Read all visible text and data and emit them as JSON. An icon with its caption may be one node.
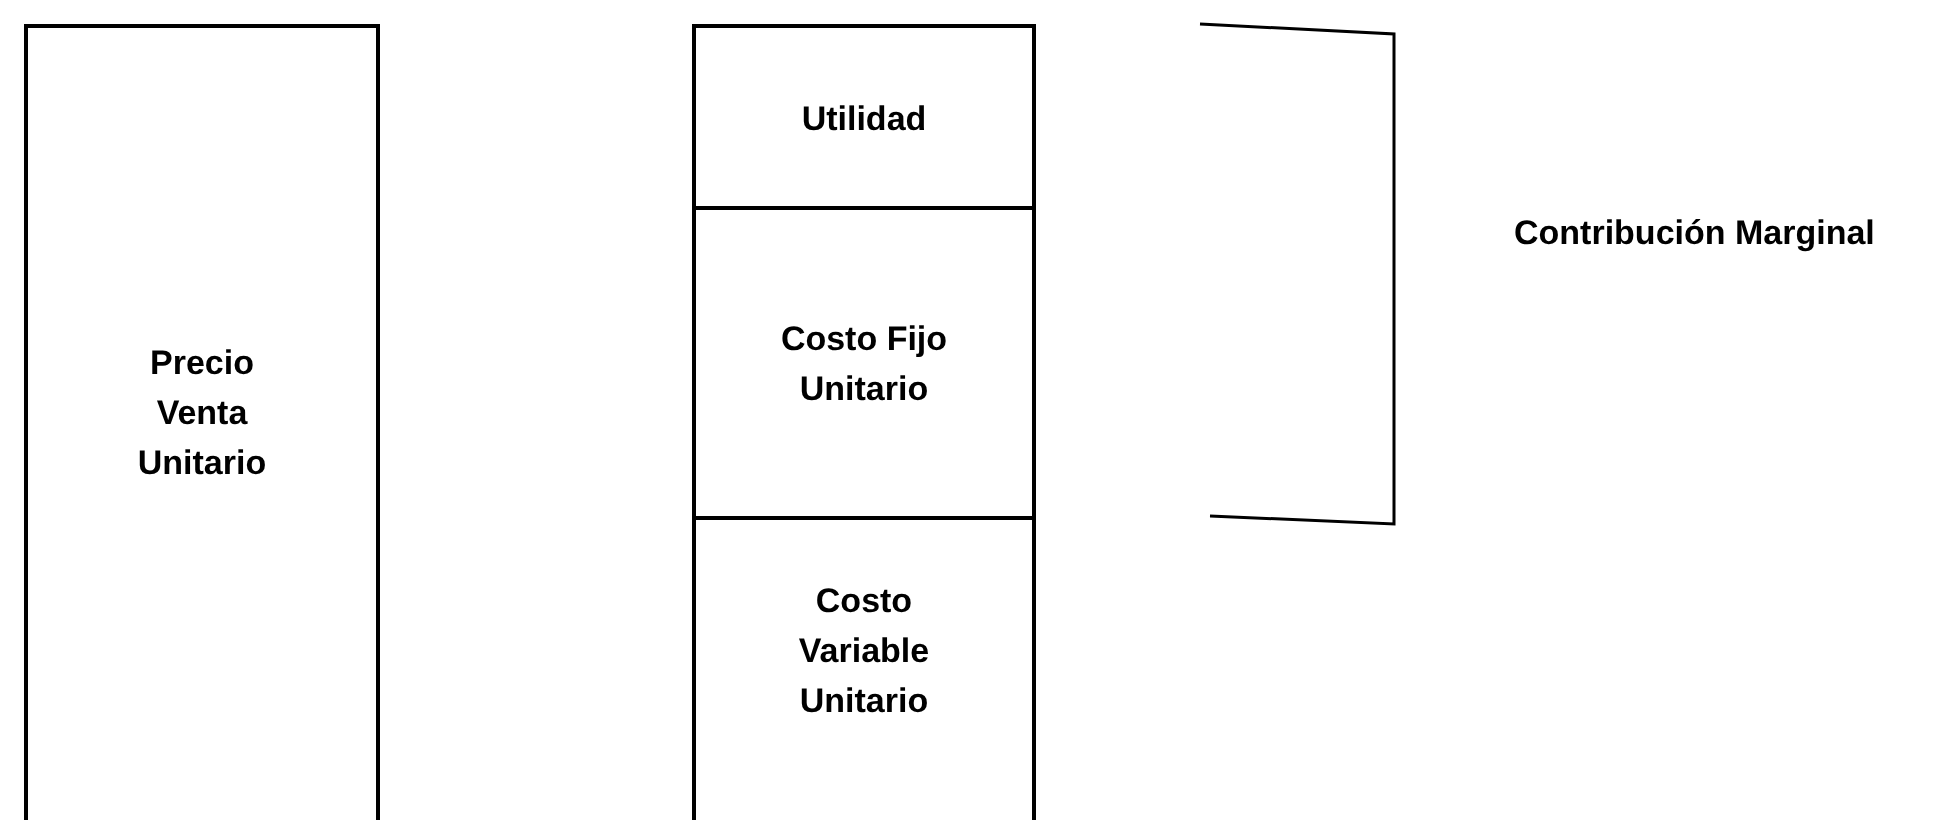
{
  "diagram": {
    "nodes": [
      {
        "text": [
          "Precio Venta Unitario"
        ]
      },
      {
        "text": [
          "Utilidad"
        ]
      },
      {
        "text": [
          "Costo Fijo Unitario"
        ]
      },
      {
        "text": [
          "Costo Variable Unitario"
        ]
      }
    ],
    "edges": [],
    "labels": [
      "Contribución Marginal"
    ]
  }
}
